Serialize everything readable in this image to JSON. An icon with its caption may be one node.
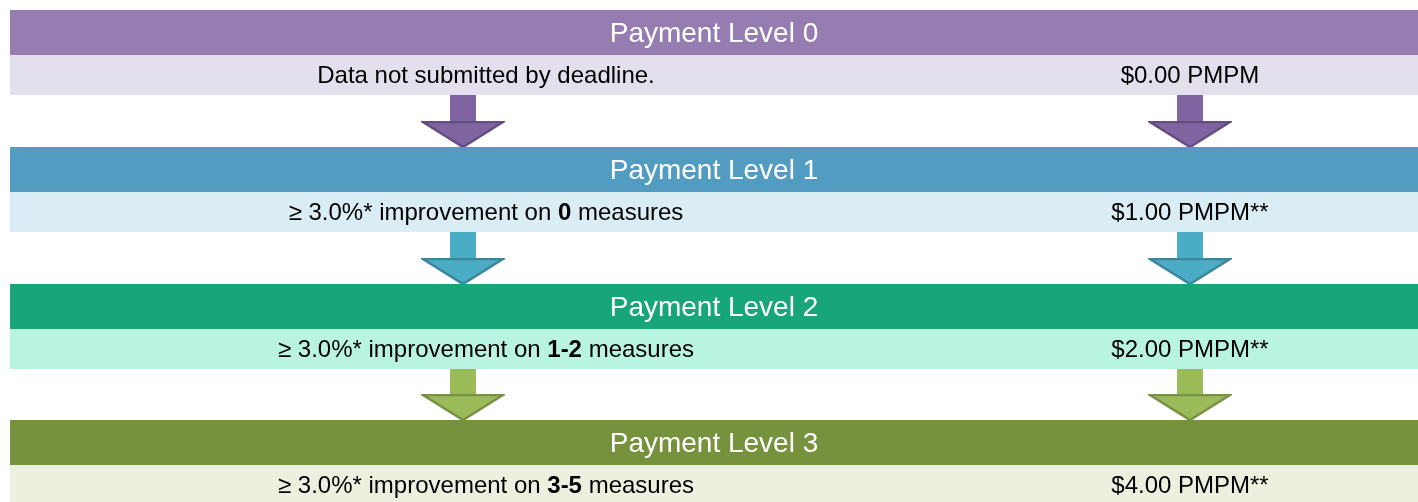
{
  "diagram": {
    "nodes": [
      {
        "text": [
          "Payment Level 0"
        ]
      },
      {
        "text": [
          "Data not submitted by deadline."
        ]
      },
      {
        "text": [
          "$0.00 PMPM"
        ]
      },
      {
        "text": [
          "Payment Level 1"
        ]
      },
      {
        "text": [
          "≥ 3.0%* improvement on **0** measures"
        ]
      },
      {
        "text": [
          "$1.00 PMPM**"
        ]
      },
      {
        "text": [
          "Payment Level 2"
        ]
      },
      {
        "text": [
          "≥ 3.0%* improvement on **1-2** measures"
        ]
      },
      {
        "text": [
          "$2.00 PMPM**"
        ]
      },
      {
        "text": [
          "Payment Level 3"
        ]
      },
      {
        "text": [
          "≥ 3.0%* improvement on **3-5** measures"
        ]
      },
      {
        "text": [
          "$4.00 PMPM**"
        ]
      }
    ],
    "edges": [
      {
        "from": 1,
        "to": 3,
        "arrow": "to",
        "color": "#8064a2"
      },
      {
        "from": 2,
        "to": 3,
        "arrow": "to",
        "color": "#8064a2"
      },
      {
        "from": 4,
        "to": 6,
        "arrow": "to",
        "color": "#4bacc6"
      },
      {
        "from": 5,
        "to": 6,
        "arrow": "to",
        "color": "#4bacc6"
      },
      {
        "from": 7,
        "to": 9,
        "arrow": "to",
        "color": "#9bbb59"
      },
      {
        "from": 8,
        "to": 9,
        "arrow": "to",
        "color": "#9bbb59"
      }
    ]
  }
}
